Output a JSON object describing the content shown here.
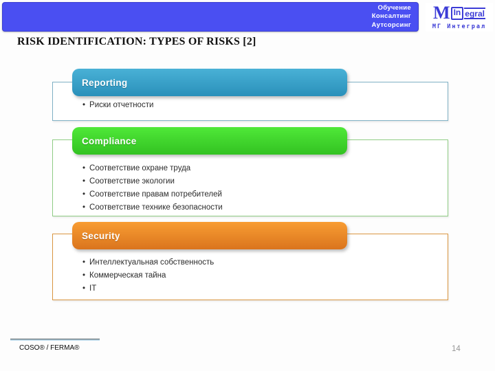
{
  "top_bar": {
    "bar_color": "#4a4ff2",
    "services": [
      "Обучение",
      "Консалтинг",
      "Аутсорсинг"
    ]
  },
  "logo": {
    "color": "#3b3bd6",
    "mark_m": "M",
    "mark_in": "In",
    "mark_tail": "egral",
    "caption": "МГ Интеграл"
  },
  "slide": {
    "title": "RISK IDENTIFICATION: TYPES OF RISKS [2]",
    "source_note": "COSO® / FERMA®",
    "page_number": "14"
  },
  "sections": [
    {
      "label": "Reporting",
      "accent_top": "#49b1d6",
      "accent_bottom": "#2a90ba",
      "border_color": "#7fb0c4",
      "items": [
        "Риски отчетности"
      ]
    },
    {
      "label": "Compliance",
      "accent_top": "#4fe838",
      "accent_bottom": "#33c222",
      "border_color": "#8fcc84",
      "items": [
        "Соответствие охране труда",
        "Соответствие экологии",
        "Соответствие правам потребителей",
        "Соответствие технике безопасности"
      ]
    },
    {
      "label": "Security",
      "accent_top": "#f89d33",
      "accent_bottom": "#da741d",
      "border_color": "#d9953f",
      "items": [
        "Интеллектуальная собственность",
        "Коммерческая тайна",
        "IT"
      ]
    }
  ]
}
